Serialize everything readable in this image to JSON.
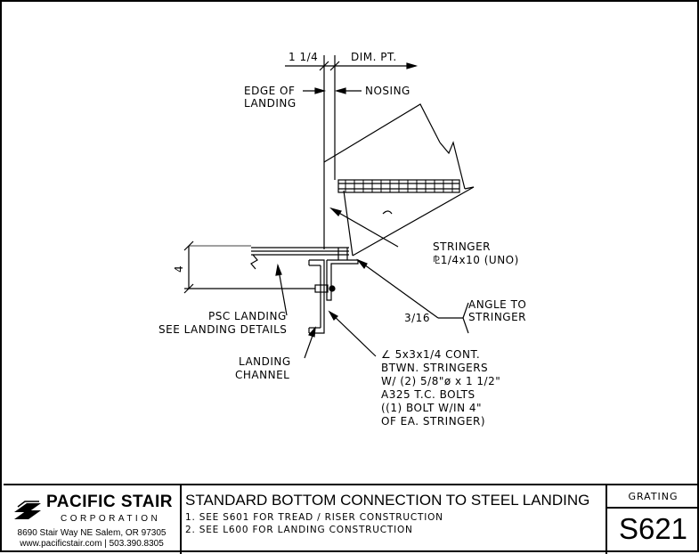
{
  "drawing": {
    "dim_left": "1 1/4",
    "dim_right": "DIM. PT.",
    "edge_of_landing": [
      "EDGE OF",
      "LANDING"
    ],
    "nosing": "NOSING",
    "stringer": [
      "STRINGER",
      "⅊1/4x10 (UNO)"
    ],
    "height_dim": "4",
    "angle_to_stringer": [
      "ANGLE TO",
      "STRINGER"
    ],
    "weld": "3/16",
    "psc_landing": [
      "PSC LANDING",
      "SEE LANDING DETAILS"
    ],
    "landing_channel": [
      "LANDING",
      "CHANNEL"
    ],
    "angle_note": [
      "∠ 5x3x1/4 CONT.",
      "BTWN. STRINGERS",
      "W/ (2) 5/8\"ø x 1 1/2\"",
      "A325 T.C. BOLTS",
      "((1) BOLT W/IN 4\"",
      "OF EA. STRINGER)"
    ]
  },
  "titleblock": {
    "company": "PACIFIC STAIR",
    "corporation": "CORPORATION",
    "address": "8690 Stair Way NE Salem, OR 97305",
    "web_phone": "www.pacificstair.com  |  503.390.8305",
    "title": "STANDARD BOTTOM CONNECTION TO STEEL LANDING",
    "notes": [
      "1. SEE S601 FOR TREAD / RISER CONSTRUCTION",
      "2. SEE L600 FOR LANDING CONSTRUCTION"
    ],
    "category": "GRATING",
    "sheet_code": "S621"
  }
}
